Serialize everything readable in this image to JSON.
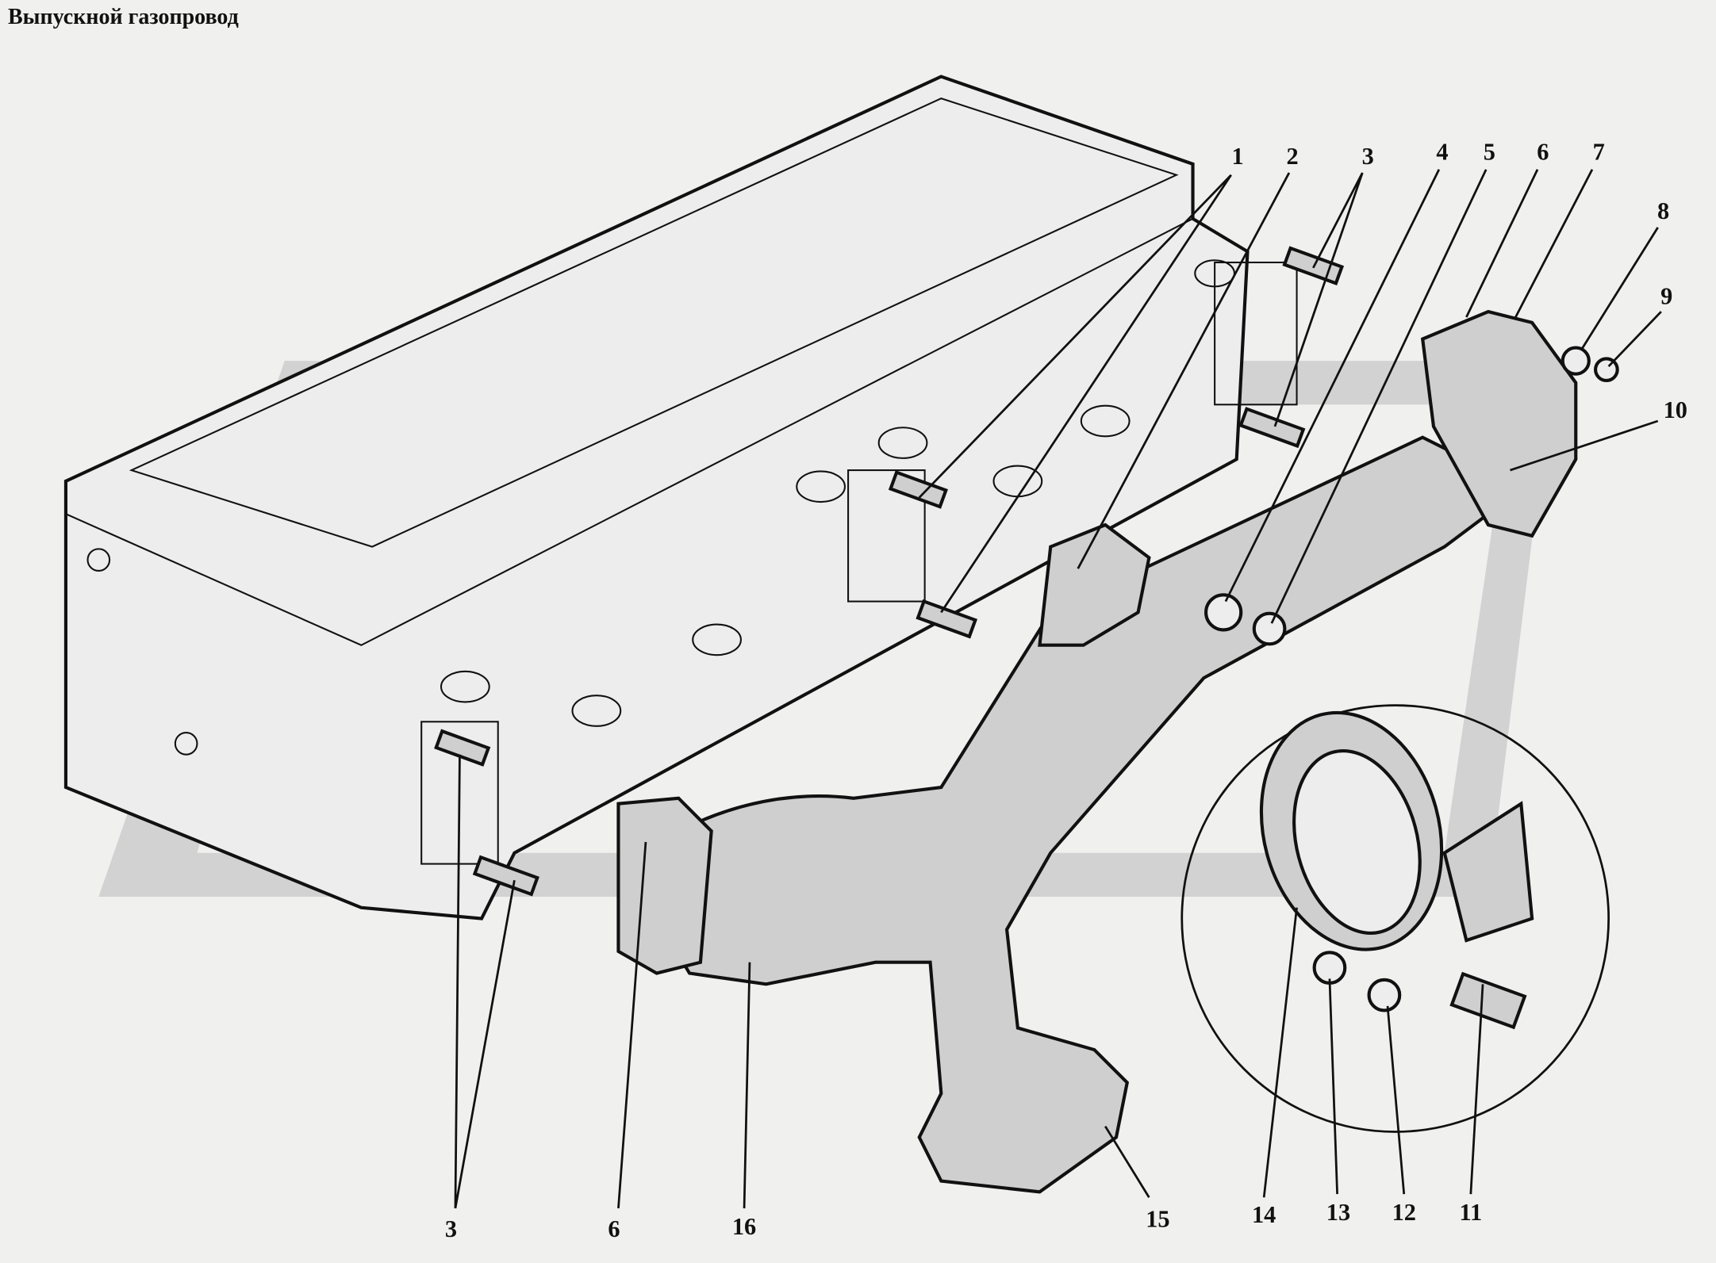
{
  "title": "Выпускной газопровод",
  "callouts": [
    {
      "id": "label-1",
      "text": "1"
    },
    {
      "id": "label-2",
      "text": "2"
    },
    {
      "id": "label-3-top",
      "text": "3"
    },
    {
      "id": "label-4",
      "text": "4"
    },
    {
      "id": "label-5",
      "text": "5"
    },
    {
      "id": "label-6-top",
      "text": "6"
    },
    {
      "id": "label-7",
      "text": "7"
    },
    {
      "id": "label-8",
      "text": "8"
    },
    {
      "id": "label-9",
      "text": "9"
    },
    {
      "id": "label-10",
      "text": "10"
    },
    {
      "id": "label-3-bottom",
      "text": "3"
    },
    {
      "id": "label-6-bottom",
      "text": "6"
    },
    {
      "id": "label-16",
      "text": "16"
    },
    {
      "id": "label-15",
      "text": "15"
    },
    {
      "id": "label-14",
      "text": "14"
    },
    {
      "id": "label-13",
      "text": "13"
    },
    {
      "id": "label-12",
      "text": "12"
    },
    {
      "id": "label-11",
      "text": "11"
    }
  ],
  "colors": {
    "background": "#f0f0ef",
    "ink": "#111111",
    "watermark": "#d2d2d2"
  }
}
